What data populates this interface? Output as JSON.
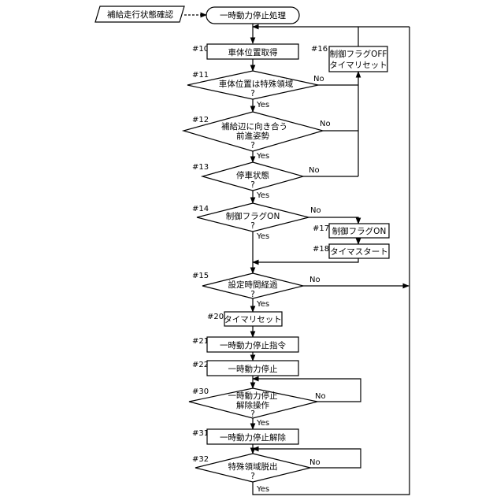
{
  "header": {
    "input_label": "補給走行状態確認",
    "start_label": "一時動力停止処理"
  },
  "steps": {
    "s10": {
      "id": "#10",
      "line1": "車体位置取得"
    },
    "s11": {
      "id": "#11",
      "line1": "車体位置は特殊領域",
      "q": "?",
      "yes": "Yes",
      "no": "No"
    },
    "s12": {
      "id": "#12",
      "line1": "補給辺に向き合う",
      "line2": "前進姿勢",
      "q": "?",
      "yes": "Yes",
      "no": "No"
    },
    "s13": {
      "id": "#13",
      "line1": "停車状態",
      "q": "?",
      "yes": "Yes",
      "no": "No"
    },
    "s14": {
      "id": "#14",
      "line1": "制御フラグON",
      "q": "?",
      "yes": "Yes",
      "no": "No"
    },
    "s15": {
      "id": "#15",
      "line1": "設定時間経過",
      "q": "?",
      "yes": "Yes",
      "no": "No"
    },
    "s16": {
      "id": "#16",
      "line1": "制御フラグOFF",
      "line2": "タイマリセット"
    },
    "s17": {
      "id": "#17",
      "line1": "制御フラグON"
    },
    "s18": {
      "id": "#18",
      "line1": "タイマスタート"
    },
    "s20": {
      "id": "#20",
      "line1": "タイマリセット"
    },
    "s21": {
      "id": "#21",
      "line1": "一時動力停止指令"
    },
    "s22": {
      "id": "#22",
      "line1": "一時動力停止"
    },
    "s30": {
      "id": "#30",
      "line1": "一時動力停止",
      "line2": "解除操作",
      "q": "?",
      "yes": "Yes",
      "no": "No"
    },
    "s31": {
      "id": "#31",
      "line1": "一時動力停止解除"
    },
    "s32": {
      "id": "#32",
      "line1": "特殊領域脱出",
      "q": "?",
      "yes": "Yes",
      "no": "No"
    }
  }
}
